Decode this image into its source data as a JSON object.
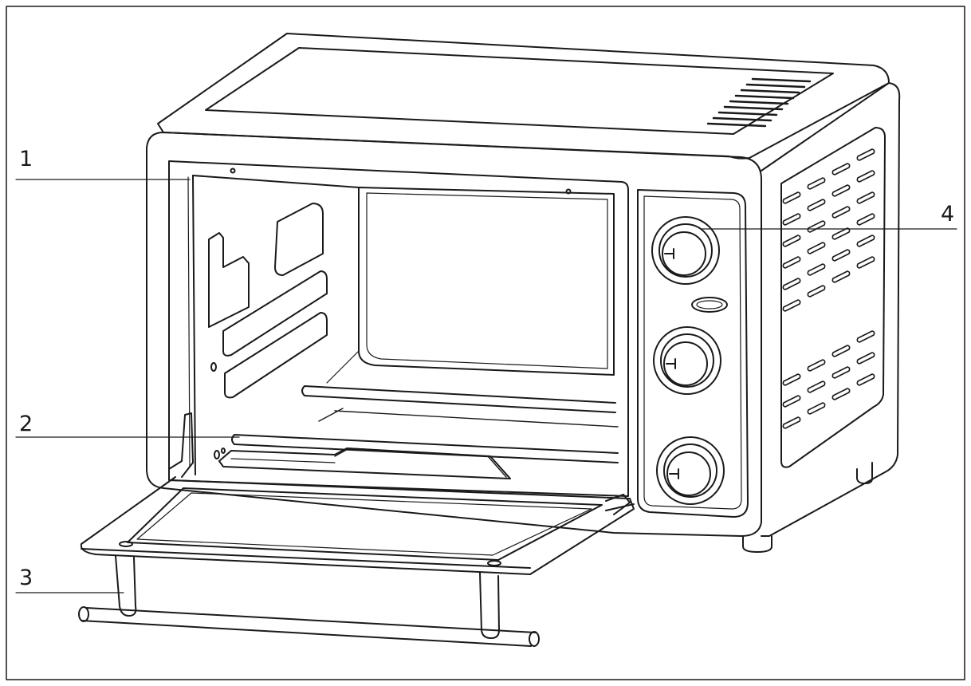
{
  "callouts": [
    {
      "number": "1"
    },
    {
      "number": "2"
    },
    {
      "number": "3"
    },
    {
      "number": "4"
    }
  ],
  "colors": {
    "line": "#1a1a1a",
    "background": "#ffffff"
  }
}
